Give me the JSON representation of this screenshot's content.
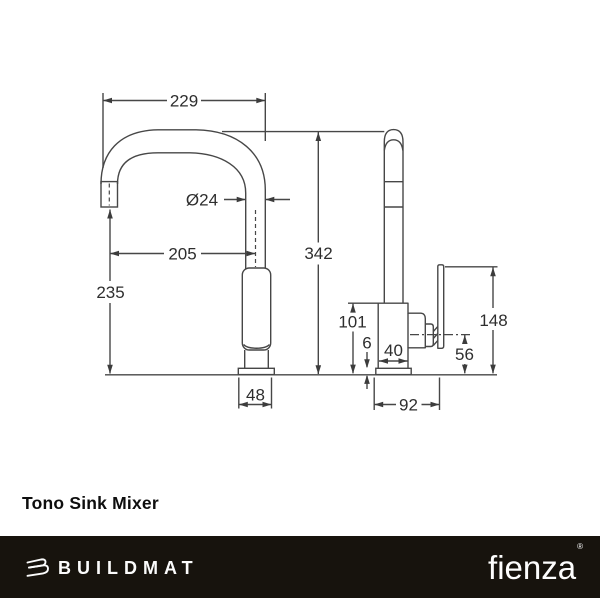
{
  "product": {
    "title": "Tono Sink Mixer"
  },
  "diagram": {
    "description": "Technical dimension drawing of sink mixer tap, front and side views",
    "dims": {
      "overall_width": "229",
      "spout_diameter": "Ø24",
      "spout_reach": "205",
      "outlet_height": "235",
      "overall_height": "342",
      "base_width": "48",
      "body_height": "101",
      "base_plate_thickness": "6",
      "body_depth": "40",
      "handle_pivot_height": "56",
      "handle_top_height": "148",
      "overall_depth": "92"
    }
  },
  "footer": {
    "brand_left": "BUILDMAT",
    "brand_right": "fienza",
    "registered_mark": "®",
    "bar_color": "#17130d",
    "logo_color": "#fbfbfb"
  },
  "colors": {
    "line": "#474747",
    "dim_text": "#2e2e2e",
    "background": "#ffffff"
  }
}
